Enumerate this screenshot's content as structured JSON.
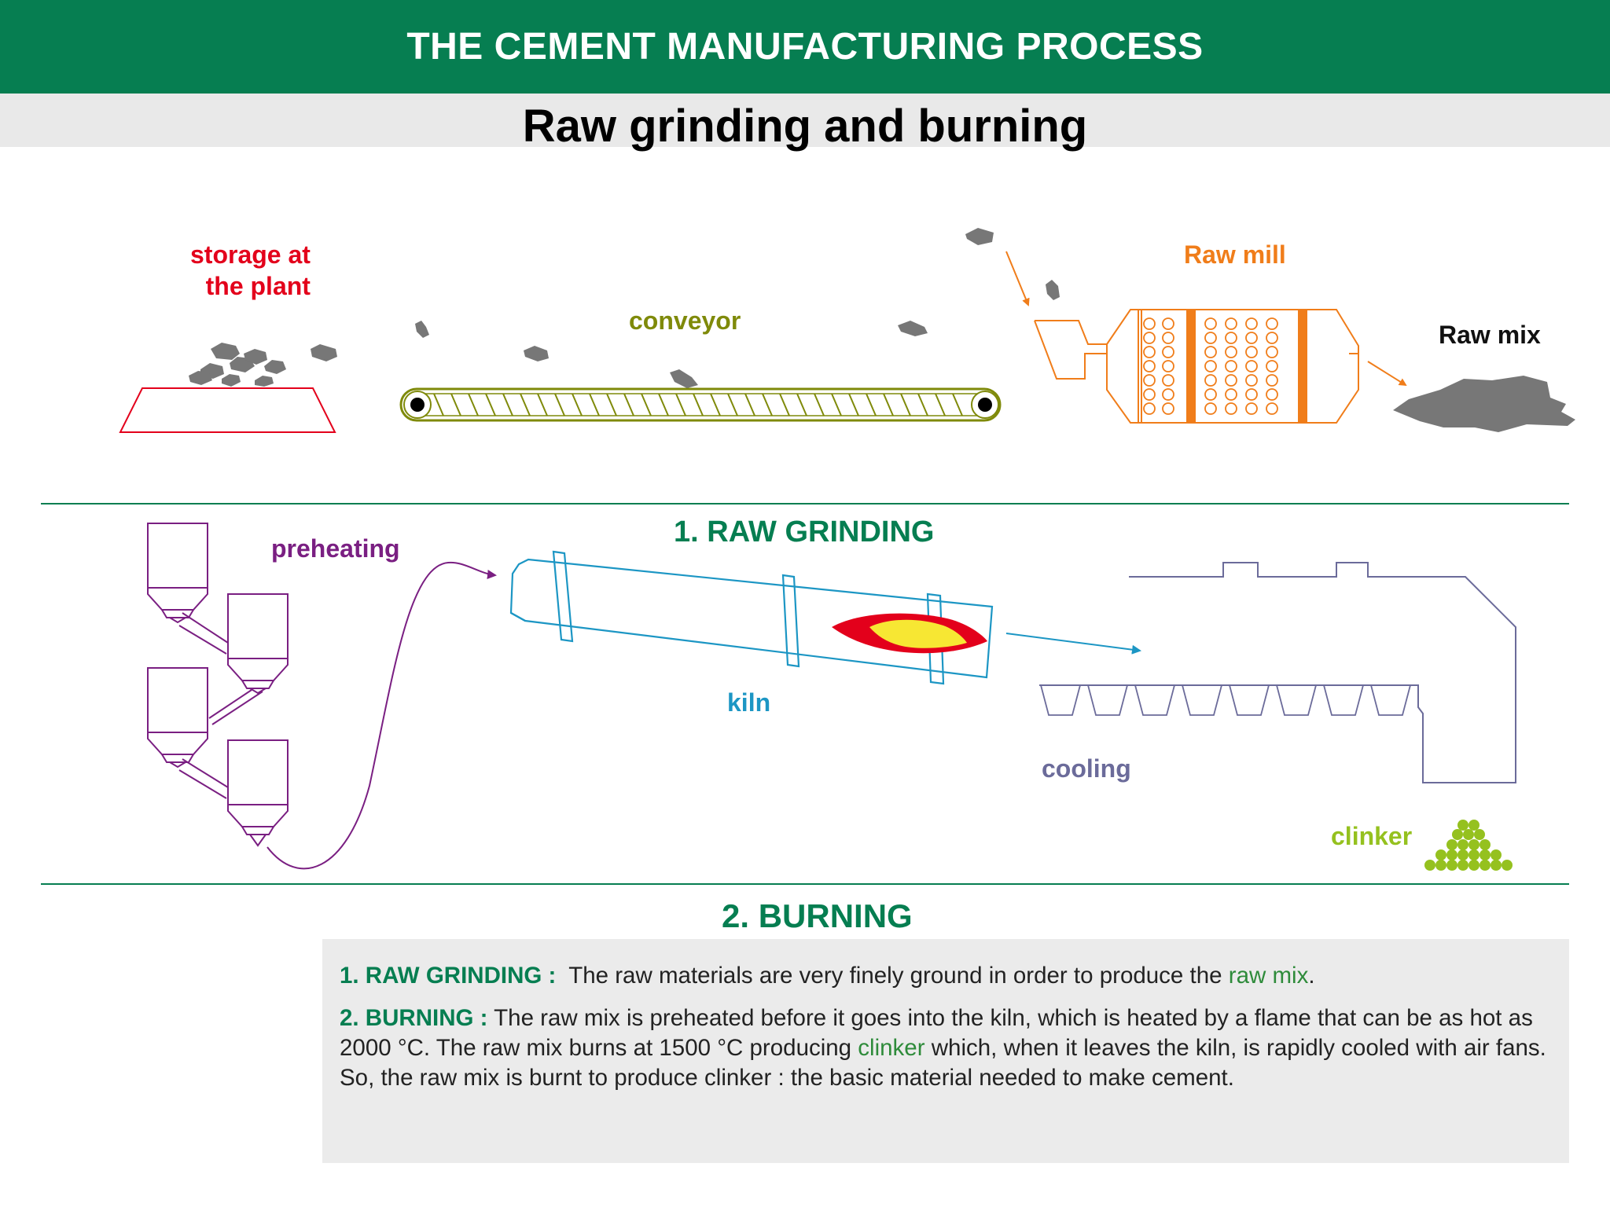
{
  "header": {
    "title": "THE CEMENT MANUFACTURING PROCESS"
  },
  "subheader": {
    "title": "Raw grinding and burning"
  },
  "colors": {
    "header_bg": "#067e51",
    "storage": "#e3001b",
    "conveyor": "#7f8a0a",
    "raw_mill": "#f07d1a",
    "preheating": "#7a1f82",
    "kiln": "#1c96c4",
    "cooling": "#6b6b9a",
    "clinker": "#95c11f",
    "section_title": "#067e51"
  },
  "labels": {
    "storage_line1": "storage at",
    "storage_line2": "the plant",
    "conveyor": "conveyor",
    "raw_mill": "Raw mill",
    "raw_mix": "Raw mix",
    "preheating": "preheating",
    "kiln": "kiln",
    "cooling": "cooling",
    "clinker": "clinker"
  },
  "sections": {
    "raw_grinding": "1. RAW GRINDING",
    "burning": "2. BURNING"
  },
  "description": {
    "p1": {
      "key": "1. RAW GRINDING :",
      "text_before": "The raw materials are very finely ground in order to produce the",
      "highlight": "raw mix",
      "text_after": "."
    },
    "p2": {
      "key": "2. BURNING :",
      "text_before": "The raw mix is preheated before it goes into the kiln, which is heated by a flame that can be as hot as 2000 °C. The raw mix burns at 1500 °C producing",
      "highlight": "clinker",
      "text_after": "which, when it leaves the kiln, is rapidly cooled with air fans. So, the raw mix is burnt to produce clinker : the basic material needed to make cement."
    }
  }
}
